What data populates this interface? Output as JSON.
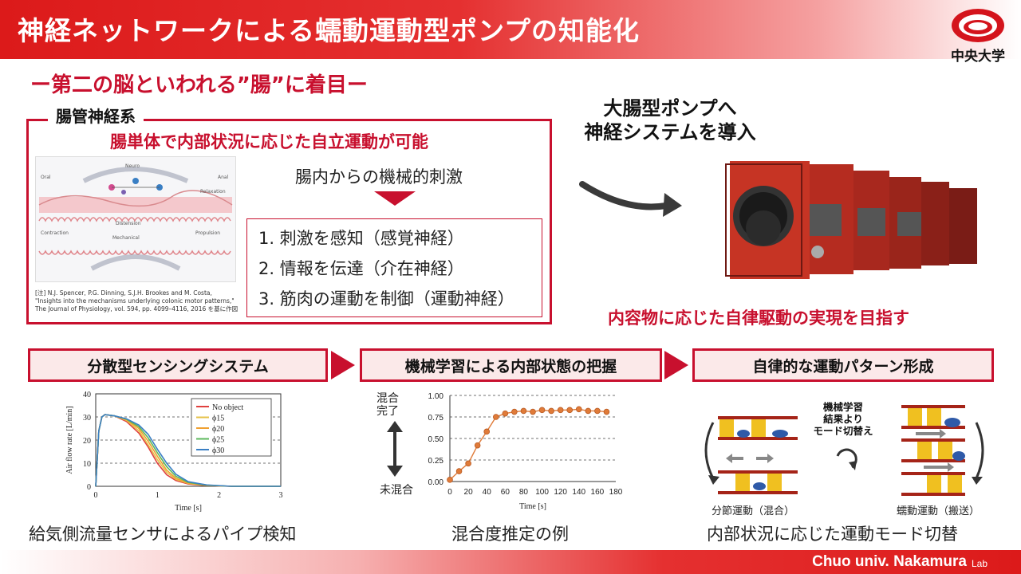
{
  "header": {
    "title": "神経ネットワークによる蠕動運動型ポンプの知能化",
    "logo_name": "中央大学"
  },
  "subtitle": "ー第二の脳といわれる”腸”に着目ー",
  "enteric": {
    "label": "腸管神経系",
    "headline": "腸単体で内部状況に応じた自立運動が可能",
    "stimulus": "腸内からの機械的刺激",
    "steps": [
      "1. 刺激を感知（感覚神経）",
      "2. 情報を伝達（介在神経）",
      "3. 筋肉の運動を制御（運動神経）"
    ],
    "diagram_labels": {
      "oral": "Oral",
      "neuro": "Neuro",
      "anal": "Anal",
      "relaxation": "Relaxation",
      "contraction": "Contraction",
      "distension": "Distension",
      "mechanical": "Mechanical",
      "propulsion": "Propulsion"
    },
    "citation": [
      "[注] N.J. Spencer, P.G. Dinning, S.J.H. Brookes and M. Costa,",
      "\"Insights into the mechanisms underlying colonic motor patterns,\"",
      "The Journal of Physiology, vol. 594, pp. 4099–4116,  2016 を基に作図"
    ]
  },
  "pump": {
    "heading_line1": "大腸型ポンプへ",
    "heading_line2": "神経システムを導入",
    "goal": "内容物に応じた自律駆動の実現を目指す"
  },
  "stages": [
    "分散型センシングシステム",
    "機械学習による内部状態の把握",
    "自律的な運動パターン形成"
  ],
  "captions": [
    "給気側流量センサによるパイプ検知",
    "混合度推定の例",
    "内部状況に応じた運動モード切替"
  ],
  "mixing_labels": {
    "top": [
      "混合",
      "完了"
    ],
    "bottom": "未混合"
  },
  "mode": {
    "center_text": [
      "機械学習",
      "結果より",
      "モード切替え"
    ],
    "left_label": "分節運動（混合）",
    "right_label": "蠕動運動（搬送）"
  },
  "colors": {
    "accent": "#c8102e"
  },
  "chart_data": [
    {
      "type": "line",
      "xlabel": "Time [s]",
      "ylabel": "Air flow rate [L/min]",
      "xlim": [
        0,
        3
      ],
      "ylim": [
        0,
        40
      ],
      "xticks": [
        0,
        1,
        2,
        3
      ],
      "yticks": [
        0,
        10,
        20,
        30,
        40
      ],
      "grid": "horizontal dashed",
      "legend": "top-right",
      "series": [
        {
          "name": "No object",
          "color": "#e0413e",
          "x": [
            0,
            0.05,
            0.1,
            0.15,
            0.3,
            0.5,
            0.7,
            0.85,
            1.0,
            1.15,
            1.3,
            1.5,
            1.8,
            2.2,
            3.0
          ],
          "values": [
            0,
            24,
            30,
            31,
            30.5,
            28,
            23,
            17,
            10,
            5,
            2.5,
            1,
            0.3,
            0,
            0
          ]
        },
        {
          "name": "ϕ15",
          "color": "#e6c24a",
          "x": [
            0,
            0.05,
            0.1,
            0.15,
            0.3,
            0.5,
            0.7,
            0.85,
            1.0,
            1.15,
            1.3,
            1.5,
            1.8,
            2.2,
            3.0
          ],
          "values": [
            0,
            24,
            30,
            31,
            30.5,
            28.5,
            24,
            18,
            11.5,
            6,
            3,
            1.2,
            0.4,
            0,
            0
          ]
        },
        {
          "name": "ϕ20",
          "color": "#f0a030",
          "x": [
            0,
            0.05,
            0.1,
            0.15,
            0.3,
            0.5,
            0.7,
            0.85,
            1.0,
            1.15,
            1.3,
            1.5,
            1.8,
            2.2,
            3.0
          ],
          "values": [
            0,
            24,
            30,
            31,
            30.5,
            28.8,
            25,
            19.5,
            13,
            7,
            3.5,
            1.4,
            0.4,
            0,
            0
          ]
        },
        {
          "name": "ϕ25",
          "color": "#5cb85c",
          "x": [
            0,
            0.05,
            0.1,
            0.15,
            0.3,
            0.5,
            0.7,
            0.85,
            1.0,
            1.15,
            1.3,
            1.5,
            1.8,
            2.2,
            3.0
          ],
          "values": [
            0,
            24,
            30,
            31,
            30.5,
            29,
            25.8,
            21,
            14.5,
            8.5,
            4.3,
            1.7,
            0.5,
            0,
            0
          ]
        },
        {
          "name": "ϕ30",
          "color": "#3a7fc4",
          "x": [
            0,
            0.05,
            0.1,
            0.15,
            0.3,
            0.5,
            0.7,
            0.85,
            1.0,
            1.15,
            1.3,
            1.5,
            1.8,
            2.2,
            3.0
          ],
          "values": [
            0,
            24,
            30,
            31,
            30.5,
            29.2,
            26.5,
            22.5,
            16,
            10,
            5.2,
            2,
            0.6,
            0,
            0
          ]
        }
      ]
    },
    {
      "type": "line",
      "xlabel": "Time [s]",
      "ylabel": "",
      "xlim": [
        0,
        180
      ],
      "ylim": [
        0,
        1.0
      ],
      "xticks": [
        0,
        20,
        40,
        60,
        80,
        100,
        120,
        140,
        160,
        180
      ],
      "yticks": [
        0.0,
        0.25,
        0.5,
        0.75,
        1.0
      ],
      "ytick_labels": [
        "0.00",
        "0.25",
        "0.50",
        "0.75",
        "1.00"
      ],
      "grid": "horizontal dashed",
      "series": [
        {
          "color": "#e07b39",
          "x": [
            0,
            10,
            20,
            30,
            40,
            50,
            60,
            70,
            80,
            90,
            100,
            110,
            120,
            130,
            140,
            150,
            160,
            170
          ],
          "values": [
            0.02,
            0.12,
            0.21,
            0.42,
            0.58,
            0.75,
            0.79,
            0.81,
            0.82,
            0.81,
            0.83,
            0.82,
            0.83,
            0.83,
            0.84,
            0.82,
            0.82,
            0.81
          ]
        }
      ]
    }
  ]
}
